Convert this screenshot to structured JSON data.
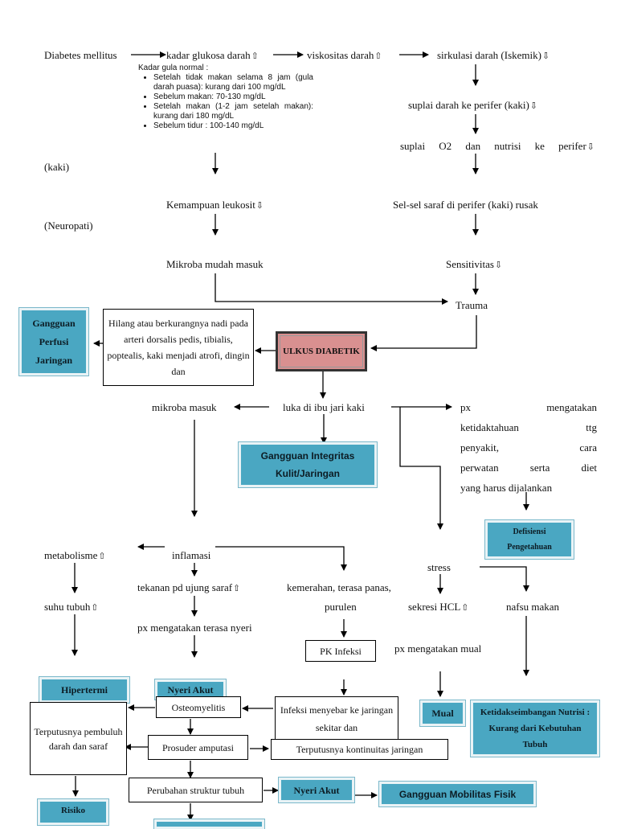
{
  "colors": {
    "diagnosis_box": "#4aa7c2",
    "ulcer_box": "#d99090"
  },
  "chain_top": {
    "diabetes": "Diabetes mellitus",
    "kadar_glukosa": "kadar glukosa darah",
    "viskositas": "viskositas darah",
    "sirkulasi": "sirkulasi darah (Iskemik)",
    "suplai_darah": "suplai darah ke perifer (kaki)",
    "suplai_o2_line": "suplai O2 dan nutrisi ke perifer",
    "kaki": "(kaki)",
    "leukosit": "Kemampuan leukosit",
    "saraf_rusak": "Sel-sel saraf di perifer (kaki) rusak",
    "neuropati": "(Neuropati)",
    "mikroba_mudah": "Mikroba mudah masuk",
    "sensitivitas": "Sensitivitas",
    "trauma": "Trauma"
  },
  "kadar_note": {
    "title": "Kadar gula normal :",
    "items": [
      "Setelah tidak makan selama 8 jam (gula darah puasa): kurang dari 100 mg/dL",
      "Sebelum makan: 70-130 mg/dL",
      "Setelah makan (1-2 jam setelah makan): kurang dari 180 mg/dL",
      "Sebelum tidur : 100-140 mg/dL"
    ]
  },
  "perfusi": {
    "diagnosis": "Gangguan Perfusi Jaringan",
    "cause": "Hilang atau berkurangnya nadi pada arteri dorsalis pedis, tibialis, poptealis, kaki menjadi atrofi, dingin dan"
  },
  "ulkus": "ULKUS DIABETIK",
  "wound": {
    "mikroba_masuk": "mikroba masuk",
    "luka": "luka di ibu jari kaki",
    "integritas": "Gangguan Integritas Kulit/Jaringan",
    "px_line1": "px mengatakan",
    "px_line2": "ketidaktahuan ttg",
    "px_line3": "penyakit, cara",
    "px_line4": "perwatan serta diet",
    "px_line5": "yang harus dijalankan",
    "defisiensi": "Defisiensi Pengetahuan"
  },
  "inflamasi": {
    "metabolisme": "metabolisme",
    "inflamasi": "inflamasi",
    "suhu": "suhu tubuh",
    "tekanan": "tekanan pd ujung saraf",
    "nyeri_text": "px mengatakan terasa nyeri",
    "kemerahan": "kemerahan, terasa panas,",
    "purulen": "purulen",
    "pk_infeksi": "PK Infeksi",
    "hipertermi": "Hipertermi",
    "nyeri_akut_1": "Nyeri Akut"
  },
  "stress": {
    "stress": "stress",
    "hcl": "sekresi HCL",
    "nafsu": "nafsu makan",
    "mual_text": "px mengatakan mual",
    "mual": "Mual",
    "nutrisi": "Ketidakseimbangan Nutrisi : Kurang dari Kebutuhan Tubuh"
  },
  "bottom": {
    "terputusnya_pd": "Terputusnya pembuluh darah dan saraf",
    "osteomyelitis": "Osteomyelitis",
    "infeksi_menyebar": "Infeksi menyebar ke jaringan sekitar dan",
    "prosuder": "Prosuder amputasi",
    "kontinuitas": "Terputusnya kontinuitas jaringan",
    "perubahan": "Perubahan struktur tubuh",
    "nyeri_akut_2": "Nyeri Akut",
    "mobilitas": "Gangguan Mobilitas Fisik",
    "risiko": "Risiko"
  }
}
